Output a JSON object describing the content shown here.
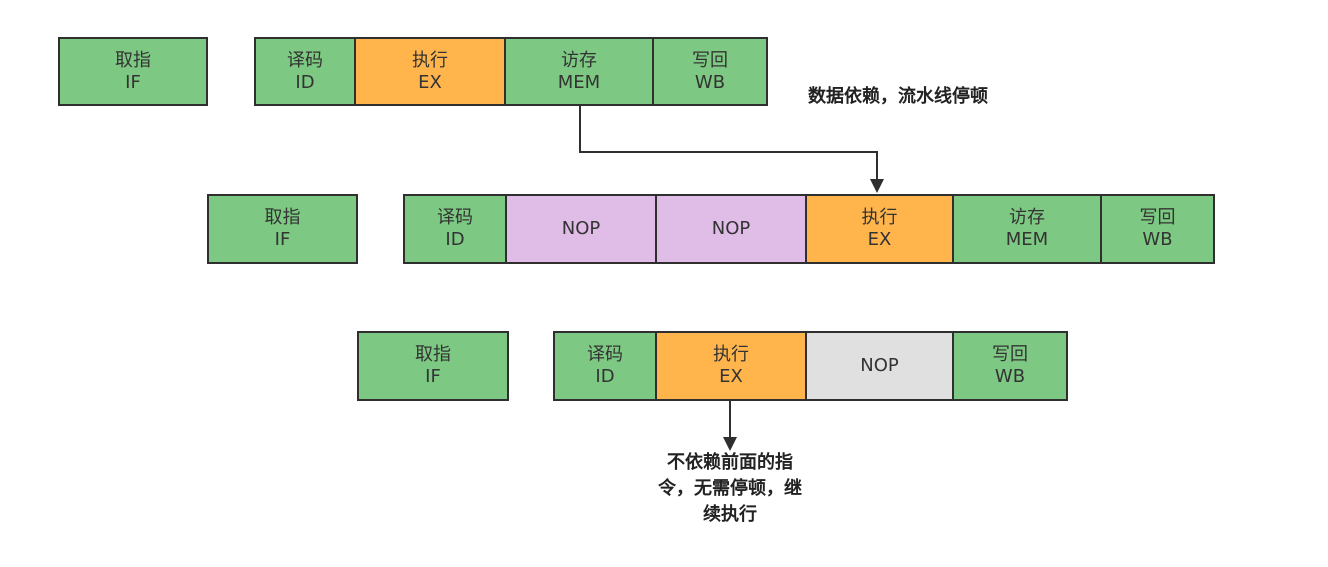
{
  "pipeline": {
    "row1": [
      {
        "l1": "取指",
        "l2": "IF",
        "color": "#7dc882"
      },
      {
        "l1": "译码",
        "l2": "ID",
        "color": "#7dc882"
      },
      {
        "l1": "执行",
        "l2": "EX",
        "color": "#ffb44c"
      },
      {
        "l1": "访存",
        "l2": "MEM",
        "color": "#7dc882"
      },
      {
        "l1": "写回",
        "l2": "WB",
        "color": "#7dc882"
      }
    ],
    "row2": [
      {
        "l1": "取指",
        "l2": "IF",
        "color": "#7dc882"
      },
      {
        "l1": "译码",
        "l2": "ID",
        "color": "#7dc882"
      },
      {
        "l1": "NOP",
        "color": "#e0bde7"
      },
      {
        "l1": "NOP",
        "color": "#e0bde7"
      },
      {
        "l1": "执行",
        "l2": "EX",
        "color": "#ffb44c"
      },
      {
        "l1": "访存",
        "l2": "MEM",
        "color": "#7dc882"
      },
      {
        "l1": "写回",
        "l2": "WB",
        "color": "#7dc882"
      }
    ],
    "row3": [
      {
        "l1": "取指",
        "l2": "IF",
        "color": "#7dc882"
      },
      {
        "l1": "译码",
        "l2": "ID",
        "color": "#7dc882"
      },
      {
        "l1": "执行",
        "l2": "EX",
        "color": "#ffb44c"
      },
      {
        "l1": "NOP",
        "color": "#e0e0e0"
      },
      {
        "l1": "写回",
        "l2": "WB",
        "color": "#7dc882"
      }
    ]
  },
  "notes": {
    "stall": "数据依赖，流水线停顿",
    "no_stall_line1": "不依赖前面的指",
    "no_stall_line2": "令，无需停顿，继",
    "no_stall_line3": "续执行"
  },
  "colors": {
    "stage_green": "#7dc882",
    "execute_orange": "#ffb44c",
    "bubble_purple": "#e0bde7",
    "bubble_gray": "#e0e0e0",
    "border": "#2f2f2f"
  }
}
